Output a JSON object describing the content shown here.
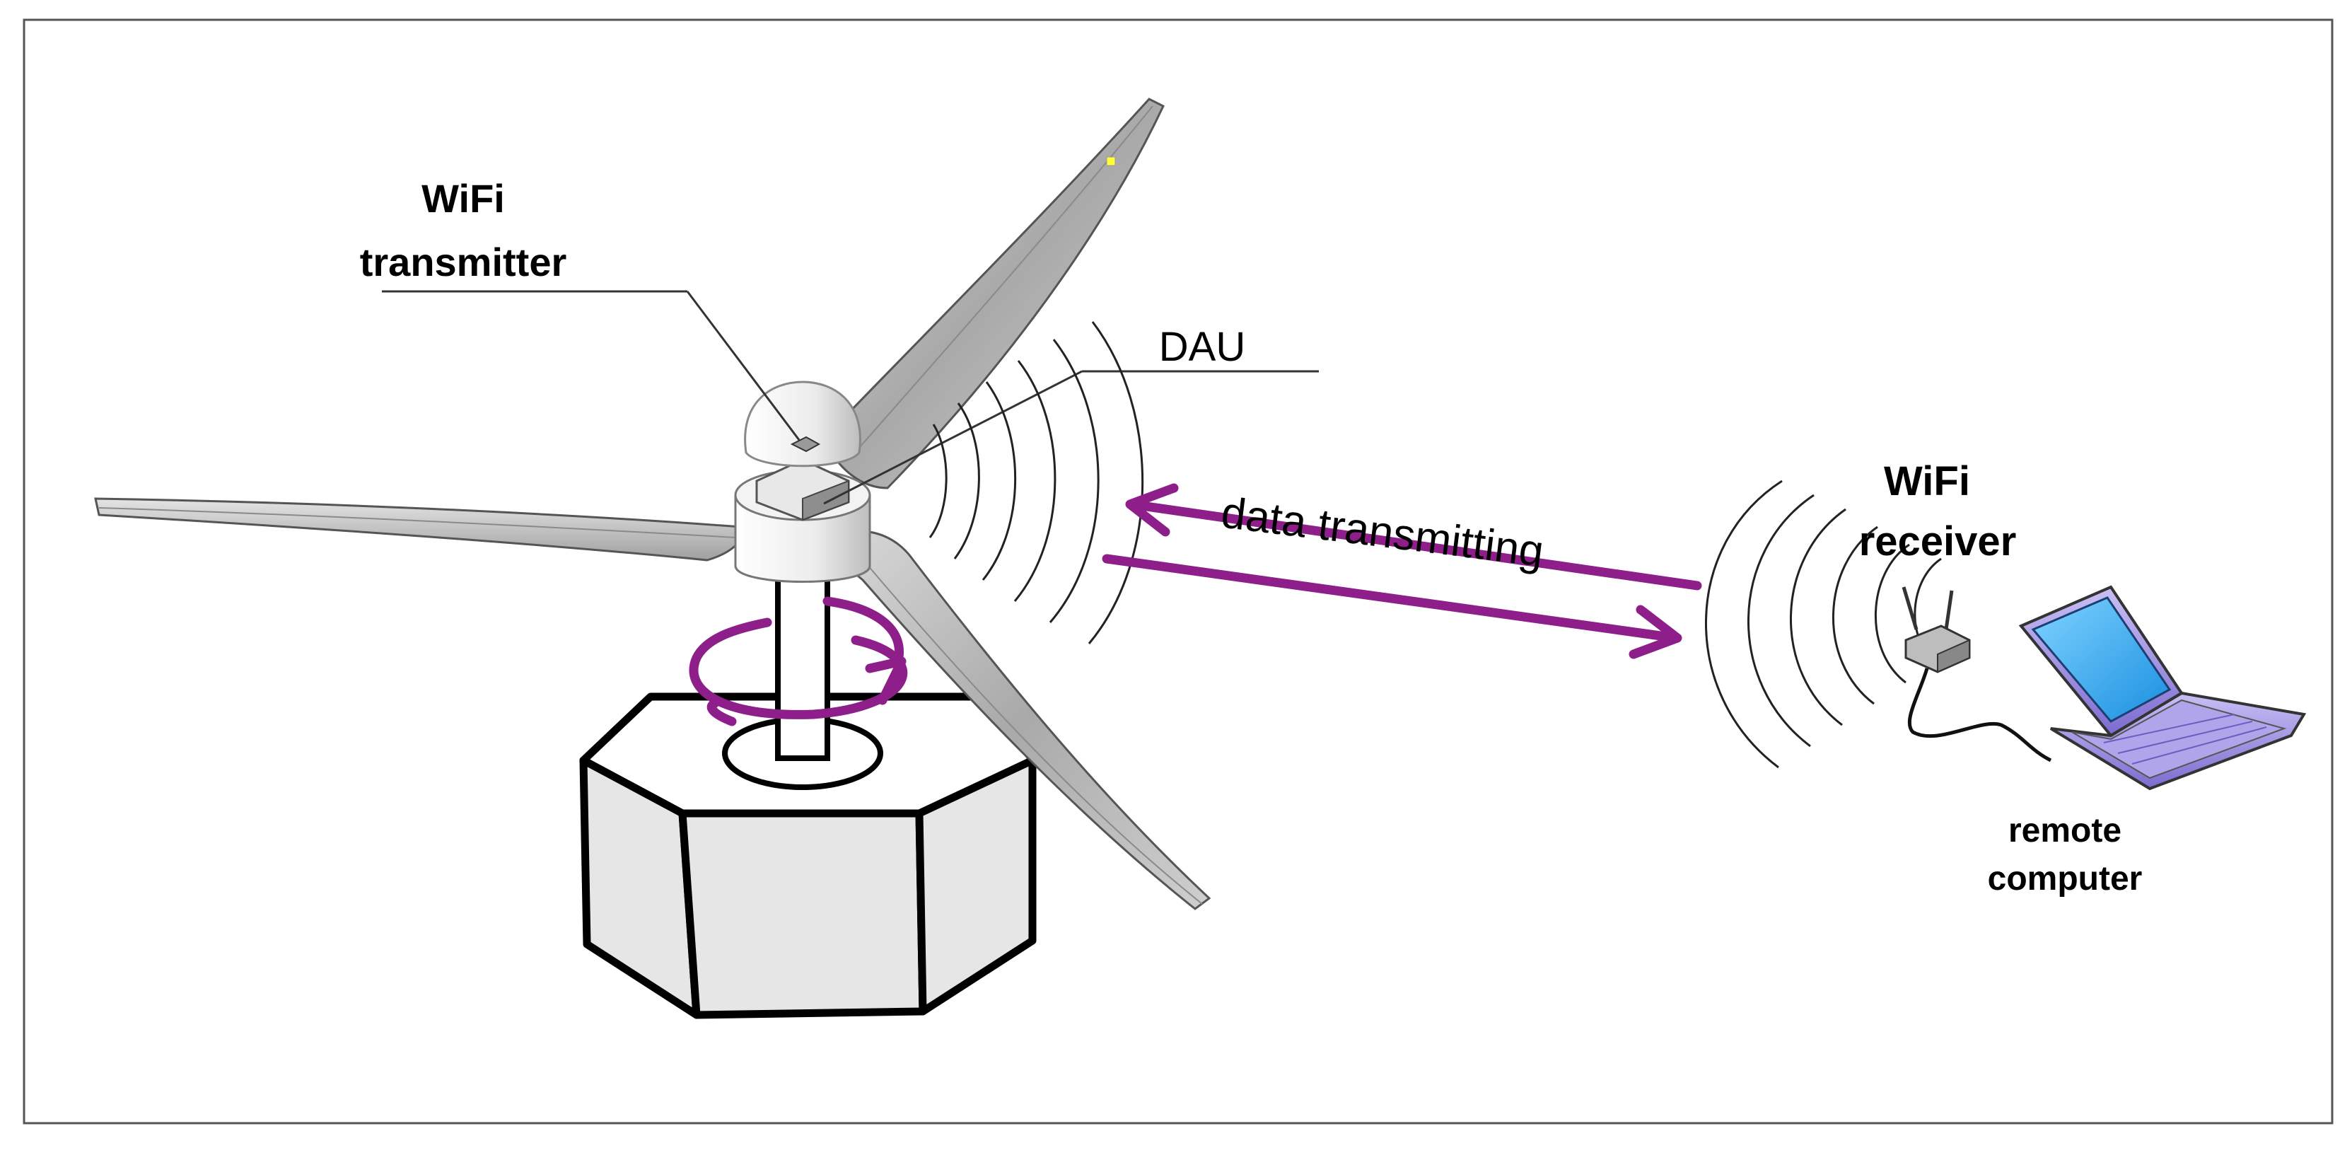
{
  "labels": {
    "transmitter_line1": "WiFi",
    "transmitter_line2": "transmitter",
    "dau": "DAU",
    "data_transmitting": "data transmitting",
    "receiver_line1": "WiFi",
    "receiver_line2": "receiver",
    "computer_line1": "remote",
    "computer_line2": "computer"
  },
  "colors": {
    "arrow": "#8e1f8a",
    "outline": "#000000",
    "blade": "#b9b9b9",
    "base_fill": "#e6e6e6",
    "screen": "#2aa6f0",
    "laptop": "#8c7bd6"
  }
}
